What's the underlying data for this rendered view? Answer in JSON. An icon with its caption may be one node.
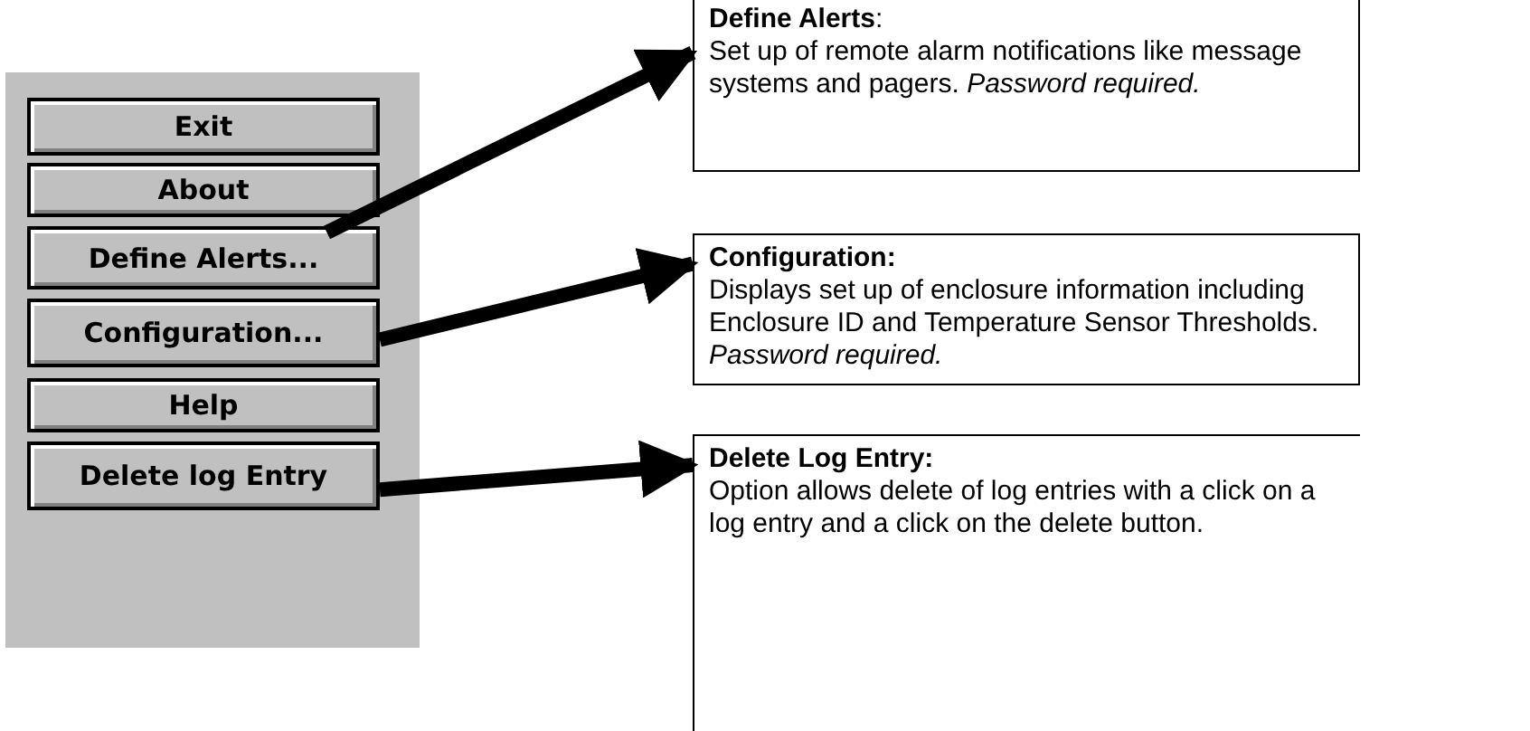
{
  "diagram": {
    "nodes": [
      {
        "text": [],
        "shape": "box"
      },
      {
        "text": [
          "Exit"
        ],
        "in": 0
      },
      {
        "text": [
          "About"
        ],
        "in": 0
      },
      {
        "text": [
          "Define Alerts..."
        ],
        "in": 0
      },
      {
        "text": [
          "Configuration..."
        ],
        "in": 0
      },
      {
        "text": [
          "Help"
        ],
        "in": 0
      },
      {
        "text": [
          "Delete log Entry"
        ],
        "in": 0
      },
      {
        "text": [
          "**Define Alerts**:",
          "Set up of remote alarm notifications like message systems and pagers.  *Password required.*"
        ]
      },
      {
        "text": [
          "**Configuration:**",
          "Displays set up of enclosure information including Enclosure ID and Temperature Sensor Thresholds.  *Password required.*"
        ]
      },
      {
        "text": [
          "**Delete Log Entry:**",
          "Option allows delete of log entries with a click on a log entry and a click on the delete button."
        ]
      }
    ],
    "edges": [
      {
        "from": 3,
        "to": 7,
        "arrow": "to"
      },
      {
        "from": 4,
        "to": 8,
        "arrow": "to"
      },
      {
        "from": 6,
        "to": 9,
        "arrow": "to"
      }
    ]
  }
}
